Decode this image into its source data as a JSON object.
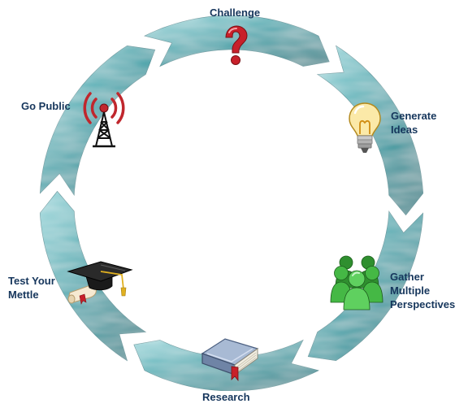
{
  "diagram": {
    "type": "cycle",
    "stages": [
      {
        "id": "challenge",
        "label": "Challenge",
        "icon": "question-mark-icon"
      },
      {
        "id": "generate-ideas",
        "label": "Generate\nIdeas",
        "icon": "lightbulb-icon"
      },
      {
        "id": "gather-perspectives",
        "label": "Gather\nMultiple\nPerspectives",
        "icon": "people-group-icon"
      },
      {
        "id": "research",
        "label": "Research",
        "icon": "book-icon"
      },
      {
        "id": "test-your-mettle",
        "label": "Test Your\nMettle",
        "icon": "graduation-cap-icon"
      },
      {
        "id": "go-public",
        "label": "Go Public",
        "icon": "broadcast-tower-icon"
      }
    ],
    "colors": {
      "ring": "#3fa6ad",
      "ring_light": "#9ed8dc",
      "ring_dark": "#2b7f86",
      "label": "#16365c",
      "question": "#c8202a",
      "bulb": "#f2c94c",
      "people": "#3fae3f",
      "book": "#8fa6c4",
      "cap": "#222222",
      "tower": "#c0272d"
    }
  }
}
